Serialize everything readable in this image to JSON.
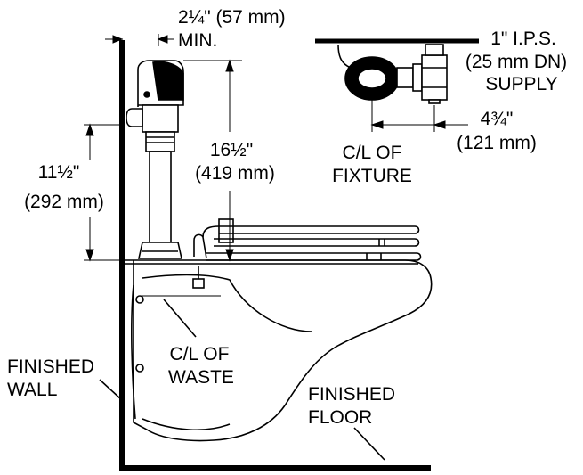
{
  "labels": {
    "wall_gap_value": "2¼\" (57 mm)",
    "wall_gap_min": "MIN.",
    "supply_size": "1\" I.P.S.",
    "supply_dn": "(25 mm DN)",
    "supply_word": "SUPPLY",
    "offset_value": "4¾\"",
    "offset_mm": "(121 mm)",
    "cl_fixture_line1": "C/L OF",
    "cl_fixture_line2": "FIXTURE",
    "valve_height_value": "16½\"",
    "valve_height_mm": "(419 mm)",
    "spud_height_value": "11½\"",
    "spud_height_mm": "(292 mm)",
    "cl_waste_line1": "C/L OF",
    "cl_waste_line2": "WASTE",
    "finished_wall_line1": "FINISHED",
    "finished_wall_line2": "WALL",
    "finished_floor_line1": "FINISHED",
    "finished_floor_line2": "FLOOR"
  }
}
